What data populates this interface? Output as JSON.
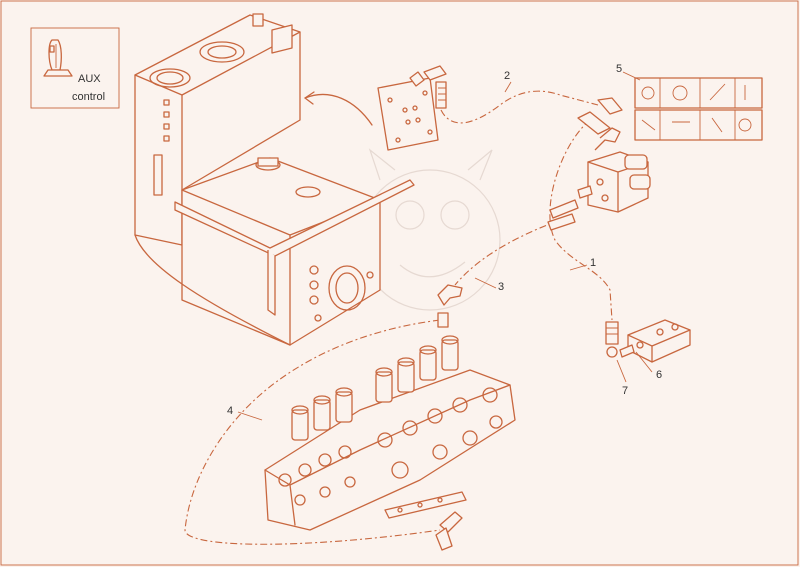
{
  "inset": {
    "label_line1": "AUX",
    "label_line2": "control"
  },
  "callouts": [
    {
      "id": "1",
      "text": "1"
    },
    {
      "id": "2",
      "text": "2"
    },
    {
      "id": "3",
      "text": "3"
    },
    {
      "id": "4",
      "text": "4"
    },
    {
      "id": "5",
      "text": "5"
    },
    {
      "id": "6",
      "text": "6"
    },
    {
      "id": "7",
      "text": "7"
    }
  ],
  "colors": {
    "line": "#c8673f",
    "background": "#fbf3ee",
    "text": "#333333"
  }
}
